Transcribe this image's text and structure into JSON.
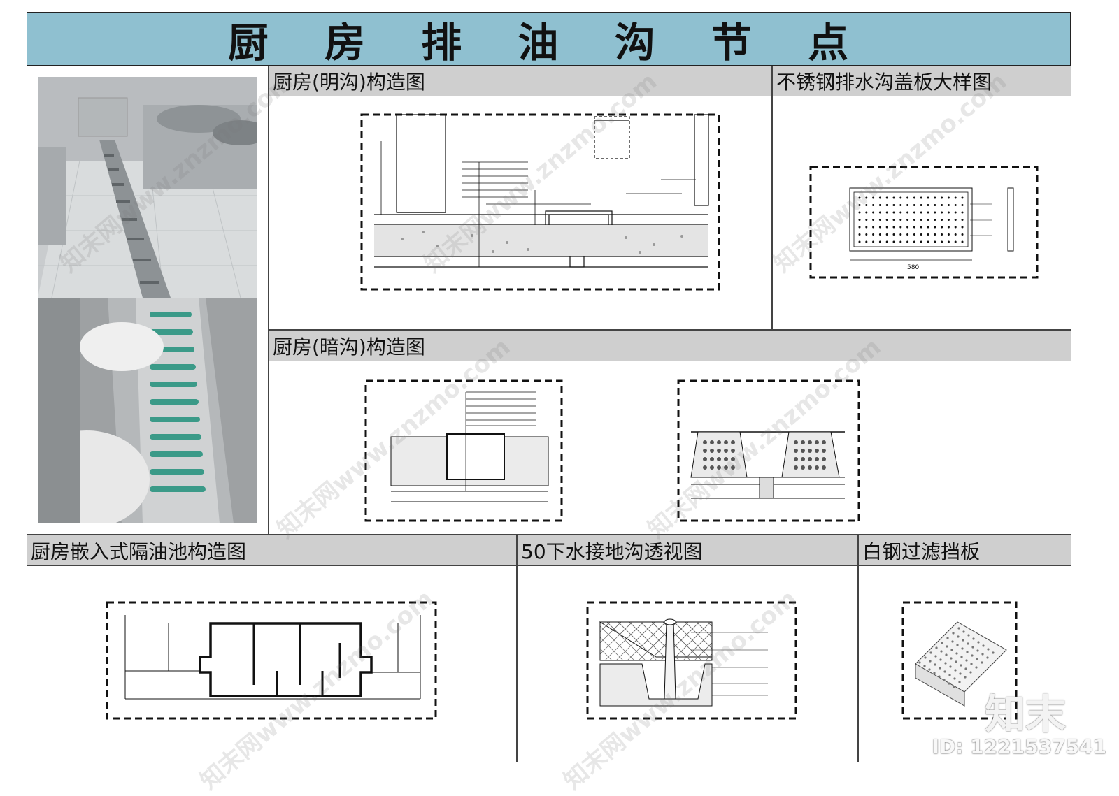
{
  "title": "厨 房 排 油 沟 节 点",
  "sections": {
    "open_ditch": {
      "heading": "厨房(明沟)构造图"
    },
    "cover_plate": {
      "heading": "不锈钢排水沟盖板大样图",
      "dim_bottom": "580"
    },
    "hidden_ditch": {
      "heading": "厨房(暗沟)构造图"
    },
    "grease_pit": {
      "heading": "厨房嵌入式隔油池构造图"
    },
    "drain_perspective": {
      "heading": "50下水接地沟透视图"
    },
    "filter_plate": {
      "heading": "白钢过滤挡板"
    }
  },
  "watermarks": {
    "site": "知末网www.znzmo.com",
    "brand": "知末",
    "id": "ID: 1221537541"
  },
  "colors": {
    "title_bar": "#8fc0d0",
    "section_head": "#cfcfcf",
    "line": "#111111"
  }
}
